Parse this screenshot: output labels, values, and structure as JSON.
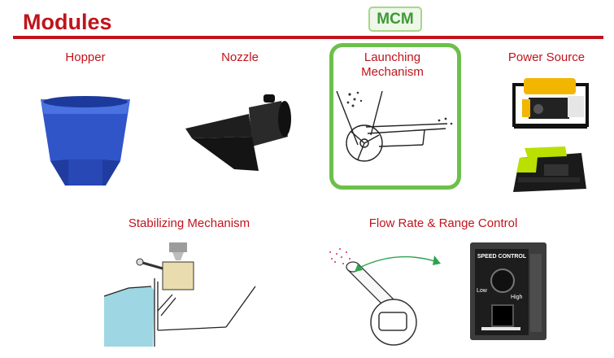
{
  "header": {
    "title": "Modules",
    "badge": "MCM"
  },
  "modules": {
    "hopper": {
      "label": "Hopper"
    },
    "nozzle": {
      "label": "Nozzle"
    },
    "launching": {
      "label": "Launching\nMechanism"
    },
    "power": {
      "label": "Power Source"
    },
    "stabilizing": {
      "label": "Stabilizing Mechanism"
    },
    "flow": {
      "label": "Flow Rate & Range Control"
    }
  },
  "speed_control": {
    "title": "SPEED CONTROL",
    "low": "Low",
    "high": "High"
  },
  "colors": {
    "accent": "#c0141c",
    "highlight": "#6cc04a",
    "badge": "#3c9a36",
    "hopper": "#2f55c8",
    "water": "#9fd6e3"
  }
}
